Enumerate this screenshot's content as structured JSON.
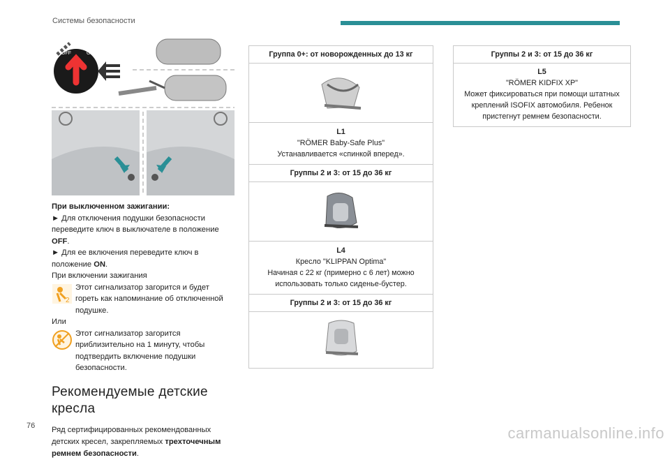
{
  "header": {
    "section_title": "Системы безопасности",
    "accent_color": "#2a8f96"
  },
  "page_number": "76",
  "watermark": "carmanualsonline.info",
  "figure": {
    "icons": [
      "airbag-off-switch-icon",
      "car-key-icon",
      "passenger-airbag-label-icon",
      "arrow-icon"
    ],
    "switch_label_off": "OFF",
    "switch_label_on": "ON"
  },
  "ignition_off": {
    "title": "При выключенном зажигании:",
    "bullet1_a": "► Для отключения подушки безопасности переведите ключ в выключателе в положение ",
    "bullet1_b": "OFF",
    "bullet1_c": ".",
    "bullet2_a": "► Для ее включения переведите ключ в положение ",
    "bullet2_b": "ON",
    "bullet2_c": "."
  },
  "ignition_on": {
    "intro": "При включении зажигания",
    "indicator1": "Этот сигнализатор загорится и будет гореть как напоминание об отключенной подушке.",
    "or": "Или",
    "indicator2": "Этот сигнализатор загорится приблизительно на 1 минуту, чтобы подтвердить включение подушки безопасности."
  },
  "recommended": {
    "title": "Рекомендуемые детские кресла",
    "text_a": "Ряд сертифицированных рекомендованных детских кресел, закрепляемых ",
    "text_b": "трехточечным ремнем безопасности",
    "text_c": "."
  },
  "cards": [
    {
      "group": "Группа 0+: от новорожденных до 13 кг",
      "code": "L1",
      "name": "\"RÖMER Baby-Safe Plus\"",
      "desc": "Устанавливается «спинкой вперед»."
    },
    {
      "group": "Группы 2 и 3: от 15 до 36 кг",
      "code": "L4",
      "name": "Кресло \"KLIPPAN Optima\"",
      "desc": "Начиная с 22 кг (примерно с 6 лет) можно использовать только сиденье-бустер."
    },
    {
      "group": "Группы 2 и 3: от 15 до 36 кг",
      "code": "",
      "name": "",
      "desc": ""
    },
    {
      "group": "Группы 2 и 3: от 15 до 36 кг",
      "code": "L5",
      "name": "\"RÖMER KIDFIX XP\"",
      "desc": "Может фиксироваться при помощи штатных креплений ISOFIX автомобиля. Ребенок пристегнут ремнем безопасности."
    }
  ]
}
